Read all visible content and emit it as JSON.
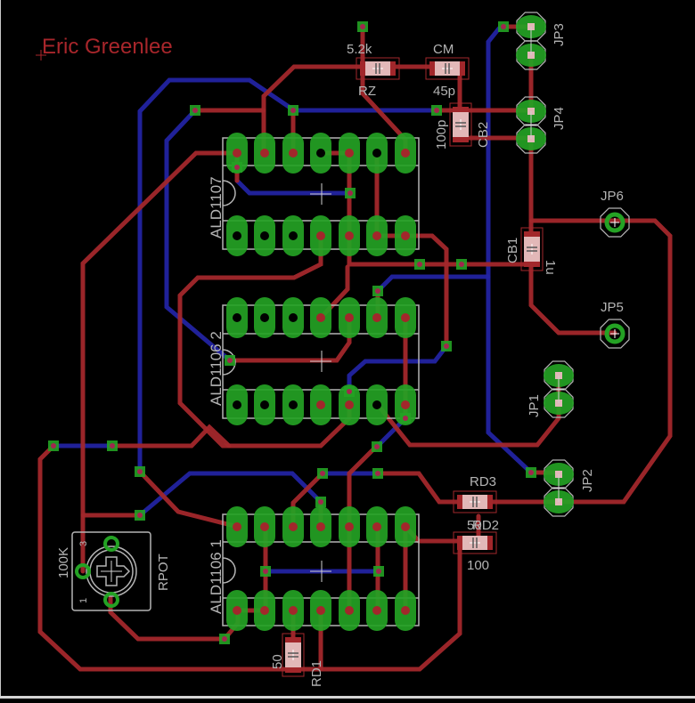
{
  "board": {
    "title": "Eric Greenlee",
    "colors": {
      "background": "#000000",
      "top_copper": "#a2272b",
      "bottom_copper": "#2324a6",
      "pads": "#24a224",
      "silkscreen": "#b4b4b4",
      "smd_body": "#e2b8b8"
    }
  },
  "components": {
    "ic_top": {
      "name": "ALD1107"
    },
    "ic_mid": {
      "name": "ALD1106 2"
    },
    "ic_bot": {
      "name": "ALD1106 1"
    },
    "rz": {
      "name": "RZ",
      "value": "5.2k"
    },
    "cm": {
      "name": "CM",
      "value": "45p"
    },
    "cb2": {
      "name": "CB2",
      "value": "100p"
    },
    "cb1": {
      "name": "CB1",
      "value": "1u"
    },
    "rd3": {
      "name": "RD3",
      "value": "50"
    },
    "rd2": {
      "name": "RD2",
      "value": "100"
    },
    "rd1": {
      "name": "RD1",
      "value": "50"
    },
    "rpot": {
      "name": "RPOT",
      "value": "100K",
      "pin1": "1",
      "pin3": "3"
    },
    "jp1": {
      "name": "JP1"
    },
    "jp2": {
      "name": "JP2"
    },
    "jp3": {
      "name": "JP3"
    },
    "jp4": {
      "name": "JP4"
    },
    "jp5": {
      "name": "JP5"
    },
    "jp6": {
      "name": "JP6"
    }
  }
}
